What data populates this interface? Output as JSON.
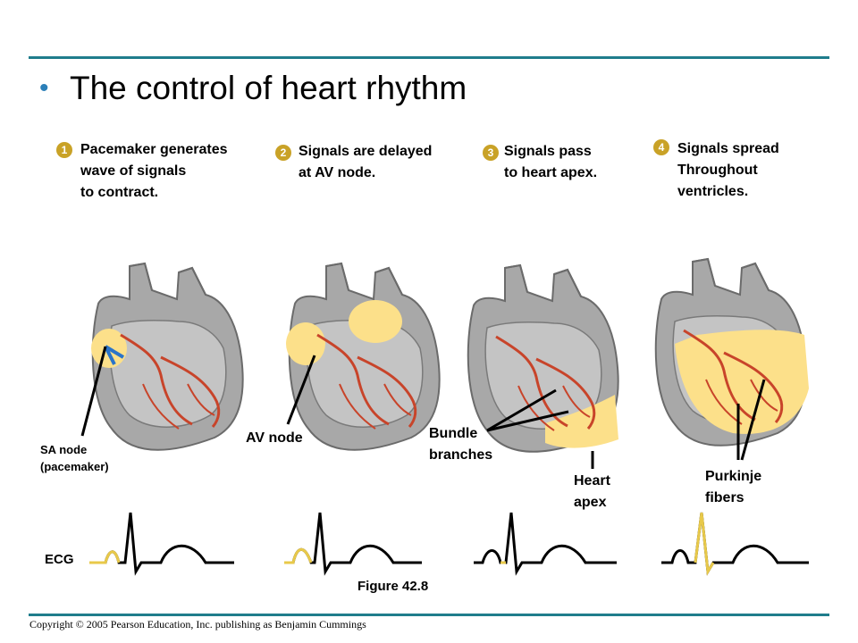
{
  "slide": {
    "title": "The control of heart rhythm",
    "figure_label": "Figure 42.8",
    "copyright": "Copyright © 2005 Pearson Education, Inc. publishing as Benjamin Cummings"
  },
  "steps": [
    {
      "number": "1",
      "lines": [
        "Pacemaker generates",
        "wave of signals",
        "to contract."
      ]
    },
    {
      "number": "2",
      "lines": [
        "Signals are delayed",
        "at AV node."
      ]
    },
    {
      "number": "3",
      "lines": [
        "Signals pass",
        "to heart apex."
      ]
    },
    {
      "number": "4",
      "lines": [
        "Signals spread",
        "Throughout",
        "ventricles."
      ]
    }
  ],
  "labels": {
    "sa_node": [
      "SA node",
      "(pacemaker)"
    ],
    "av_node": "AV node",
    "bundle_branches": [
      "Bundle",
      "branches"
    ],
    "heart_apex": [
      "Heart",
      "apex"
    ],
    "purkinje_fibers": [
      "Purkinje",
      "fibers"
    ],
    "ecg": "ECG"
  },
  "colors": {
    "rule": "#1f7d8c",
    "badge": "#c9a227",
    "highlight": "#fce08a",
    "heart_gray": "#a8a8a8",
    "conduction": "#c8442a"
  }
}
